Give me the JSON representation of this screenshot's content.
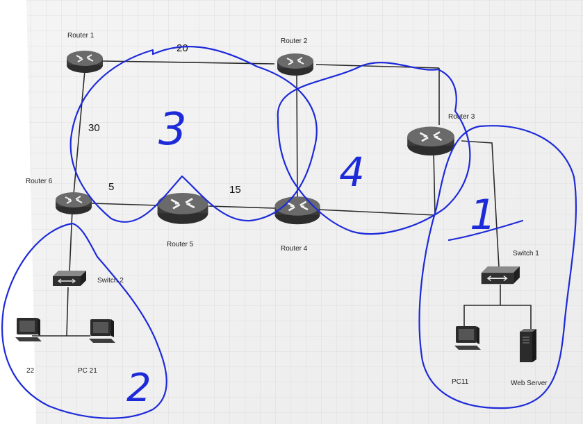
{
  "nodes": {
    "router1": "Router 1",
    "router2": "Router 2",
    "router3": "Router 3",
    "router4": "Router 4",
    "router5": "Router 5",
    "router6": "Router 6",
    "switch1": "Switch 1",
    "switch2": "Switch 2",
    "pc11": "PC11",
    "pc21": "PC 21",
    "pc22": "22",
    "web_server": "Web Server"
  },
  "link_costs": {
    "r1_r2": "20",
    "r1_r6": "30",
    "r6_r5": "5",
    "r5_r4": "15"
  },
  "handwritten_labels": {
    "area1": "1",
    "area2": "2",
    "area3": "3",
    "area4": "4"
  },
  "colors": {
    "ink": "#1d2ad9",
    "device": "#3a3a3a",
    "grid": "#d9d9d9"
  }
}
